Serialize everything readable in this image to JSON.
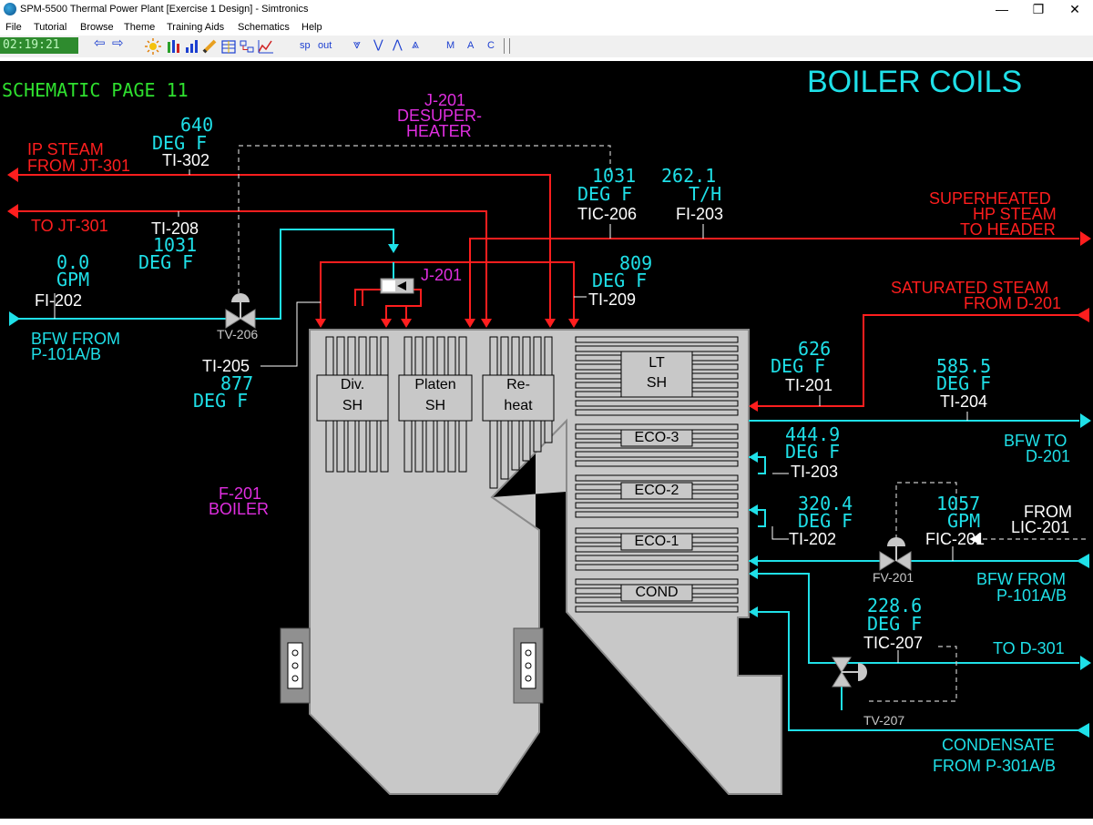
{
  "window": {
    "title": "SPM-5500 Thermal Power Plant [Exercise 1 Design] - Simtronics",
    "minimize": "—",
    "restore": "❐",
    "close": "✕"
  },
  "menu": [
    "File",
    "Tutorial",
    "Browse",
    "Theme",
    "Training Aids",
    "Schematics",
    "Help"
  ],
  "toolbar": {
    "clock": "02:19:21",
    "back": "⇦",
    "forward": "⇨",
    "sp": "sp",
    "out": "out",
    "down2": "⩔",
    "down1": "⋁",
    "up1": "⋀",
    "up2": "⩓",
    "m": "M",
    "a": "A",
    "c": "C"
  },
  "schematic": {
    "page": "SCHEMATIC PAGE 11",
    "title": "BOILER COILS",
    "j201_top": [
      "J-201",
      "DESUPER-",
      "HEATER"
    ],
    "j201_small": "J-201",
    "f201": [
      "F-201",
      "BOILER"
    ],
    "streams": {
      "ip_steam": [
        "IP STEAM",
        "FROM JT-301"
      ],
      "to_jt301": "TO JT-301",
      "bfw_left": [
        "BFW FROM",
        "P-101A/B"
      ],
      "superheated": [
        "SUPERHEATED",
        "HP STEAM",
        "TO HEADER"
      ],
      "saturated": [
        "SATURATED STEAM",
        "FROM D-201"
      ],
      "bfw_to_d201": [
        "BFW TO",
        "D-201"
      ],
      "from_lic": [
        "FROM",
        "LIC-201"
      ],
      "bfw_right": [
        "BFW FROM",
        "P-101A/B"
      ],
      "to_d301": "TO D-301",
      "condensate": [
        "CONDENSATE",
        "FROM P-301A/B"
      ]
    },
    "tags": {
      "ti302": {
        "tag": "TI-302",
        "value": "640",
        "unit": "DEG F"
      },
      "ti208": {
        "tag": "TI-208",
        "value": "1031",
        "unit": "DEG F"
      },
      "fi202": {
        "tag": "FI-202",
        "value": "0.0",
        "unit": "GPM"
      },
      "tic206": {
        "tag": "TIC-206",
        "value": "1031",
        "unit": "DEG F"
      },
      "fi203": {
        "tag": "FI-203",
        "value": "262.1",
        "unit": "T/H"
      },
      "ti209": {
        "tag": "TI-209",
        "value": "809",
        "unit": "DEG F"
      },
      "ti205": {
        "tag": "TI-205",
        "value": "877",
        "unit": "DEG F"
      },
      "ti201": {
        "tag": "TI-201",
        "value": "626",
        "unit": "DEG F"
      },
      "ti204": {
        "tag": "TI-204",
        "value": "585.5",
        "unit": "DEG F"
      },
      "ti203": {
        "tag": "TI-203",
        "value": "444.9",
        "unit": "DEG F"
      },
      "ti202": {
        "tag": "TI-202",
        "value": "320.4",
        "unit": "DEG F"
      },
      "fic201": {
        "tag": "FIC-201",
        "value": "1057",
        "unit": "GPM"
      },
      "tic207": {
        "tag": "TIC-207",
        "value": "228.6",
        "unit": "DEG F"
      }
    },
    "valves": {
      "tv206": "TV-206",
      "fv201": "FV-201",
      "tv207": "TV-207"
    },
    "coils": {
      "div_sh": [
        "Div.",
        "SH"
      ],
      "platen_sh": [
        "Platen",
        "SH"
      ],
      "reheat": [
        "Re-",
        "heat"
      ],
      "lt_sh": [
        "LT",
        "SH"
      ],
      "eco3": "ECO-3",
      "eco2": "ECO-2",
      "eco1": "ECO-1",
      "cond": "COND"
    },
    "colors": {
      "steam": "#ff1e1e",
      "water": "#1fe0e8",
      "tag": "#ffffff",
      "title": "#1fe0e8",
      "equipment": "#e02ee0"
    }
  }
}
